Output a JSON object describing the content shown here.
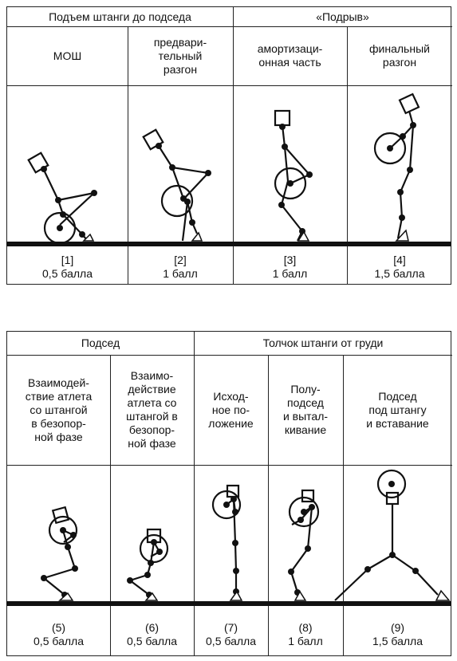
{
  "top_table": {
    "group_headers": [
      "Подъем штанги до подседа",
      "«Подрыв»"
    ],
    "phases": [
      {
        "label": "МОШ",
        "number": "[1]",
        "score": "0,5 балла"
      },
      {
        "label": "предвари-\nтельный\nразгон",
        "number": "[2]",
        "score": "1 балл"
      },
      {
        "label": "амортизаци-\nонная часть",
        "number": "[3]",
        "score": "1 балл"
      },
      {
        "label": "финальный\nразгон",
        "number": "[4]",
        "score": "1,5 балла"
      }
    ]
  },
  "bottom_table": {
    "group_headers": [
      "Подсед",
      "Толчок штанги от груди"
    ],
    "phases": [
      {
        "label": "Взаимодей-\nствие атлета\nсо штангой\nв безопор-\nной фазе",
        "number": "(5)",
        "score": "0,5 балла"
      },
      {
        "label": "Взаимо-\nдействие\nатлета со\nштангой в\nбезопор-\nной фазе",
        "number": "(6)",
        "score": "0,5 балла"
      },
      {
        "label": "Исход-\nное по-\nложение",
        "number": "(7)",
        "score": "0,5 балла"
      },
      {
        "label": "Полу-\nподсед\nи вытал-\nкивание",
        "number": "(8)",
        "score": "1 балл"
      },
      {
        "label": "Подсед\nпод штангу\nи вставание",
        "number": "(9)",
        "score": "1,5 балла"
      }
    ]
  }
}
